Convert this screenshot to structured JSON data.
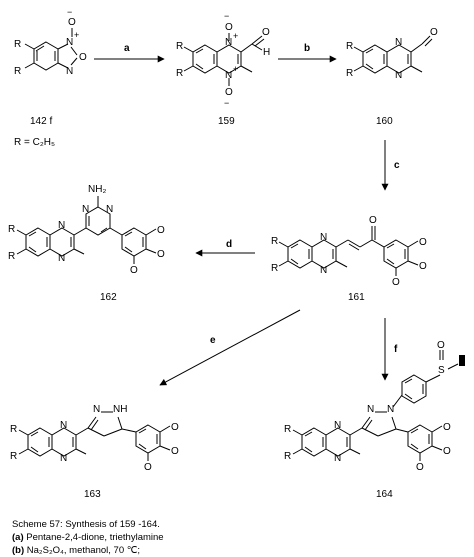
{
  "compounds": {
    "c142f": {
      "label": "142 f",
      "r_def": "R = C₂H₅"
    },
    "c159": {
      "label": "159"
    },
    "c160": {
      "label": "160"
    },
    "c161": {
      "label": "161"
    },
    "c162": {
      "label": "162"
    },
    "c163": {
      "label": "163"
    },
    "c164": {
      "label": "164"
    }
  },
  "reactions": {
    "a": "a",
    "b": "b",
    "c": "c",
    "d": "d",
    "e": "e",
    "f": "f"
  },
  "atoms": {
    "R": "R",
    "N": "N",
    "O": "O",
    "H": "H",
    "NH2": "NH₂",
    "NH": "NH",
    "S": "S",
    "plus": "+",
    "minus": "−"
  },
  "caption": {
    "title": "Scheme 57: Synthesis of  159 -164.",
    "items": [
      {
        "key": "(a)",
        "text": " Pentane-2,4-dione, triethylamine"
      },
      {
        "key": "(b)",
        "text": " Na₂S₂O₄, methanol, 70 ℃;"
      }
    ]
  }
}
